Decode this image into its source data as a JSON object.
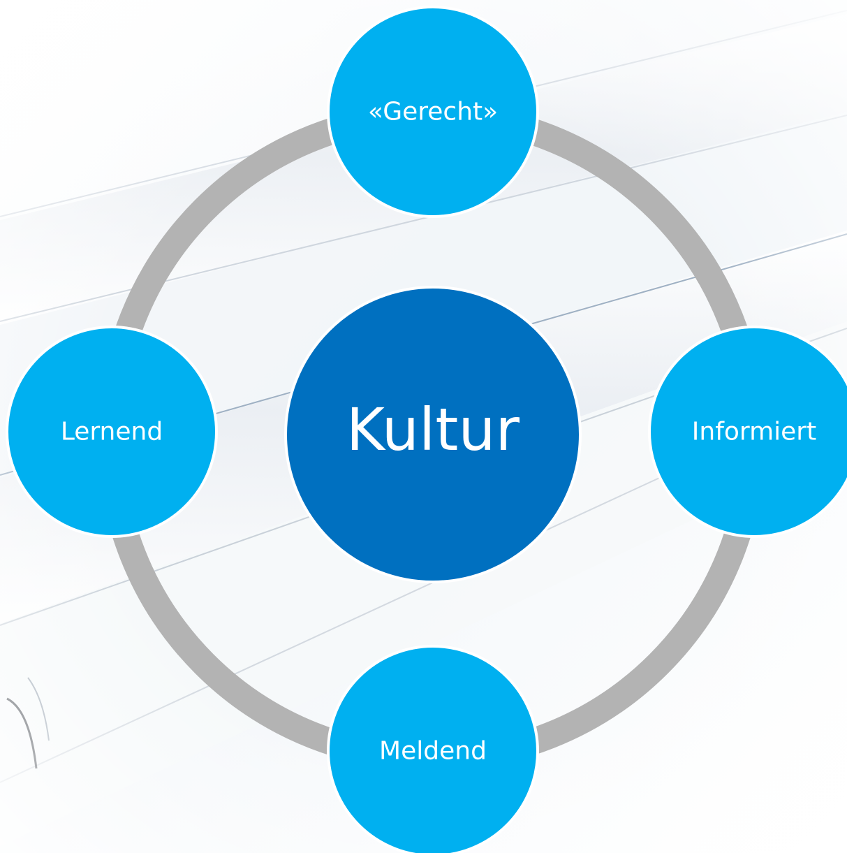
{
  "diagram": {
    "center": {
      "label": "Kultur",
      "color": "#0070c0"
    },
    "nodes": [
      {
        "id": "gerecht",
        "label": "«Gerecht»"
      },
      {
        "id": "informiert",
        "label": "Informiert"
      },
      {
        "id": "meldend",
        "label": "Meldend"
      },
      {
        "id": "lernend",
        "label": "Lernend"
      }
    ],
    "node_color": "#00b0f0",
    "ring_color": "#b3b3b3"
  }
}
